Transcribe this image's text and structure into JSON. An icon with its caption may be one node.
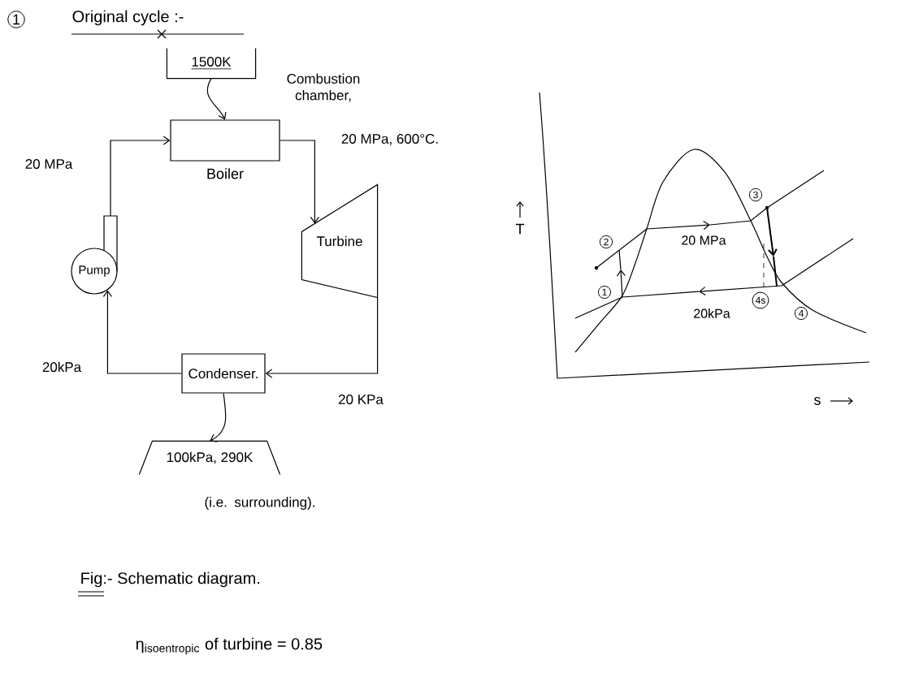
{
  "diagram": {
    "title": "Original cycle :-",
    "caption": "Fig:- Schematic diagram.",
    "nodes": [
      {
        "text": [
          "1500K"
        ],
        "beside": [
          "Combustion chamber,"
        ]
      },
      {
        "text": [
          "Boiler"
        ]
      },
      {
        "text": [
          "Turbine"
        ]
      },
      {
        "text": [
          "Pump"
        ]
      },
      {
        "text": [
          "Condenser."
        ]
      },
      {
        "text": [
          "100kPa, 290K"
        ],
        "beside": [
          "(i.e. surrounding)."
        ]
      }
    ],
    "edges": [
      {
        "from": 0,
        "to": 1,
        "arrow": "to"
      },
      {
        "from": 1,
        "to": 2,
        "arrow": "to",
        "label": "20 MPa, 600°C."
      },
      {
        "from": 2,
        "to": 4,
        "arrow": "to",
        "label": "20 KPa"
      },
      {
        "from": 4,
        "to": 3,
        "arrow": "to",
        "label": "20kPa"
      },
      {
        "from": 3,
        "to": 1,
        "arrow": "to",
        "label": "20 MPa"
      },
      {
        "from": 4,
        "to": 5,
        "arrow": "to"
      }
    ],
    "labels": [
      "1",
      "3",
      "T",
      "2",
      "20 MPa",
      "1",
      "4s",
      "4",
      "20kPa",
      "s",
      "η$_{isoentropic}$ of turbine = 0.85"
    ]
  }
}
